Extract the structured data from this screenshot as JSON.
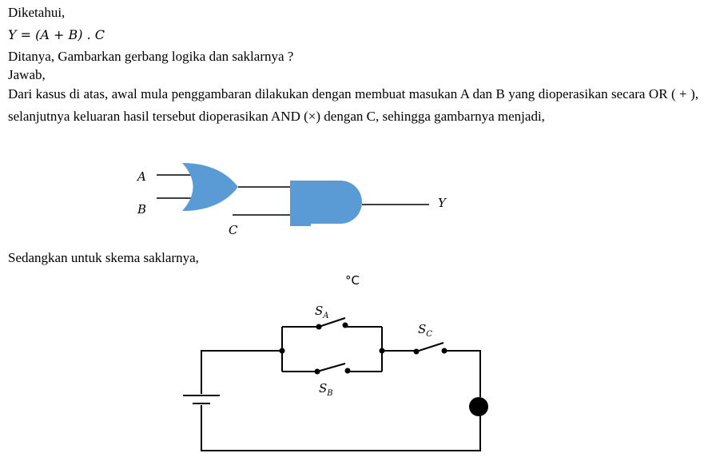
{
  "text": {
    "known": "Diketahui,",
    "equation": "Y = (A + B) . C",
    "question": "Ditanya, Gambarkan gerbang logika dan saklarnya ?",
    "answer_label": "Jawab,",
    "explanation": "Dari kasus di atas, awal mula penggambaran dilakukan dengan membuat masukan A dan B yang dioperasikan secara OR ( + ), selanjutnya keluaran hasil tersebut dioperasikan AND (×) dengan C, sehingga gambarnya menjadi,",
    "switch_intro": "Sedangkan untuk skema saklarnya,",
    "stray_symbol": "°C"
  },
  "logic_diagram": {
    "gate_color": "#5b9bd5",
    "label_a": "A",
    "label_b": "B",
    "label_c": "C",
    "label_y": "Y"
  },
  "switch_diagram": {
    "label_sa": "S",
    "label_sa_sub": "A",
    "label_sb": "S",
    "label_sb_sub": "B",
    "label_sc": "S",
    "label_sc_sub": "C"
  }
}
